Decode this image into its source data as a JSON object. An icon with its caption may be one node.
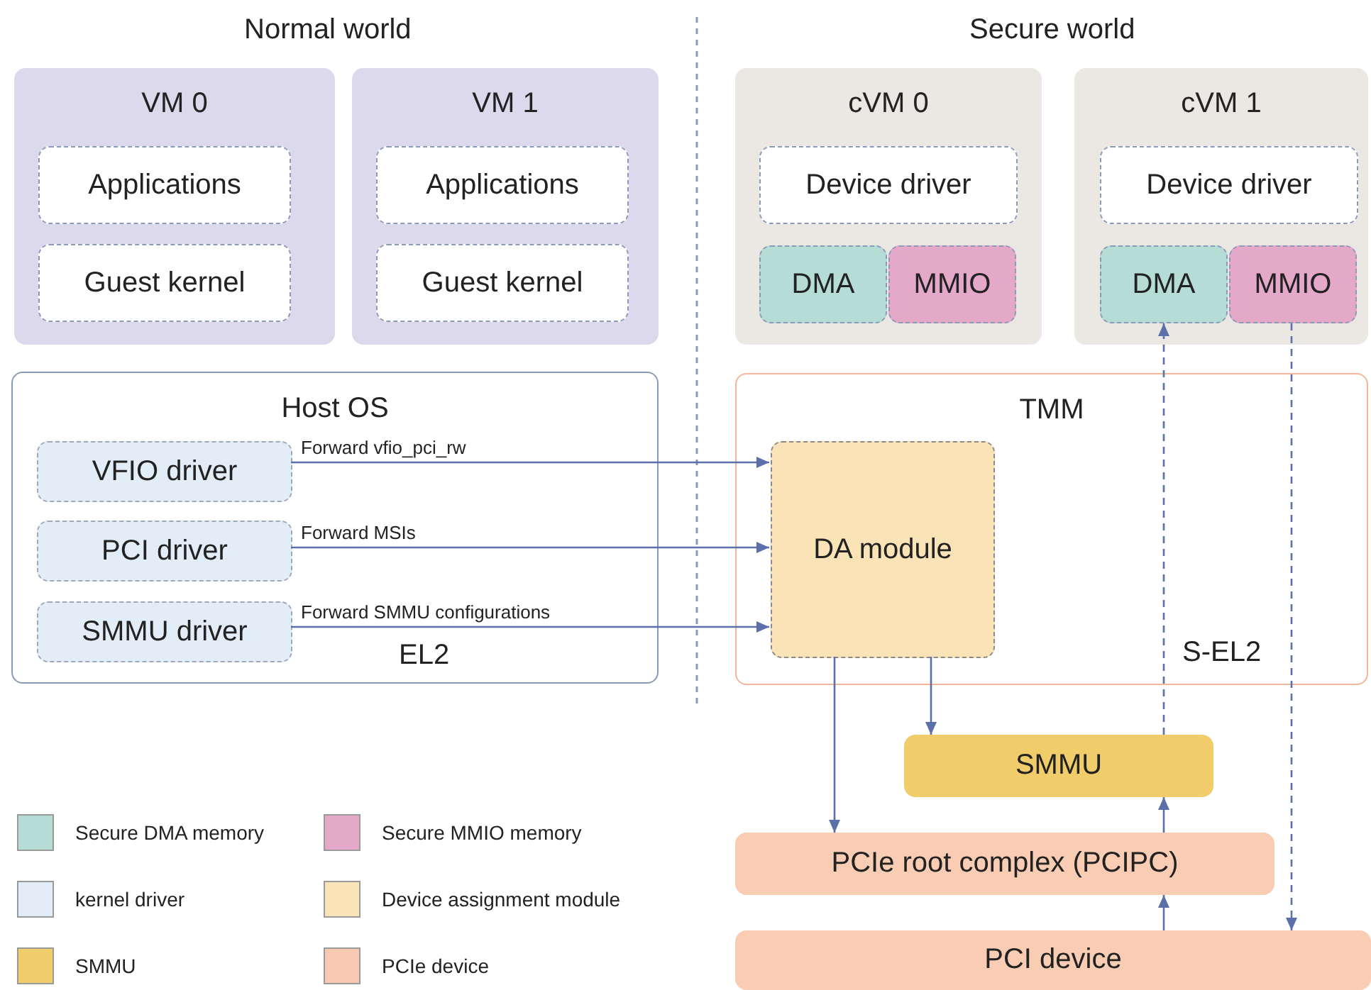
{
  "diagram": {
    "nodes": [
      {
        "text": [
          "VM 0"
        ]
      },
      {
        "text": [
          "Applications"
        ],
        "in": 0
      },
      {
        "text": [
          "Guest kernel"
        ],
        "in": 0
      },
      {
        "text": [
          "VM 1"
        ]
      },
      {
        "text": [
          "Applications"
        ],
        "in": 3
      },
      {
        "text": [
          "Guest kernel"
        ],
        "in": 3
      },
      {
        "text": [
          "cVM 0"
        ]
      },
      {
        "text": [
          "Device driver"
        ],
        "in": 6
      },
      {
        "text": [
          "DMA"
        ],
        "in": 6
      },
      {
        "text": [
          "MMIO"
        ],
        "in": 6
      },
      {
        "text": [
          "cVM 1"
        ]
      },
      {
        "text": [
          "Device driver"
        ],
        "in": 10
      },
      {
        "text": [
          "DMA"
        ],
        "in": 10
      },
      {
        "text": [
          "MMIO"
        ],
        "in": 10
      },
      {
        "text": [
          "Host OS",
          "EL2"
        ]
      },
      {
        "text": [
          "VFIO driver"
        ],
        "in": 14
      },
      {
        "text": [
          "PCI driver"
        ],
        "in": 14
      },
      {
        "text": [
          "SMMU driver"
        ],
        "in": 14
      },
      {
        "text": [
          "TMM",
          "S-EL2"
        ]
      },
      {
        "text": [
          "DA module"
        ],
        "in": 18
      },
      {
        "text": [
          "SMMU"
        ]
      },
      {
        "text": [
          "PCIe root complex (PCIPC)"
        ]
      },
      {
        "text": [
          "PCI device"
        ]
      }
    ],
    "edges": [
      {
        "from": 15,
        "to": 19,
        "arrow": "to",
        "label": "Forward vfio_pci_rw"
      },
      {
        "from": 16,
        "to": 19,
        "arrow": "to",
        "label": "Forward MSIs"
      },
      {
        "from": 17,
        "to": 19,
        "arrow": "to",
        "label": "Forward SMMU configurations"
      },
      {
        "from": 19,
        "to": 21,
        "arrow": "to"
      },
      {
        "from": 19,
        "to": 20,
        "arrow": "to"
      },
      {
        "from": 20,
        "to": 12,
        "arrow": "to",
        "style": "dashed"
      },
      {
        "from": 13,
        "to": 22,
        "arrow": "to",
        "style": "dashed"
      },
      {
        "from": 21,
        "to": 20,
        "arrow": "to"
      },
      {
        "from": 22,
        "to": 21,
        "arrow": "to"
      }
    ],
    "labels": [
      "Normal world",
      "Secure world"
    ],
    "legend": [
      {
        "text": "Secure DMA memory",
        "color": "#b5ddd6"
      },
      {
        "text": "Secure MMIO memory",
        "color": "#e4a8c8"
      },
      {
        "text": "kernel driver",
        "color": "#e3edf8"
      },
      {
        "text": "Device assignment module",
        "color": "#fbe3b8"
      },
      {
        "text": "SMMU",
        "color": "#f0cd6a"
      },
      {
        "text": "PCIe device",
        "color": "#f9c8b0"
      }
    ]
  }
}
